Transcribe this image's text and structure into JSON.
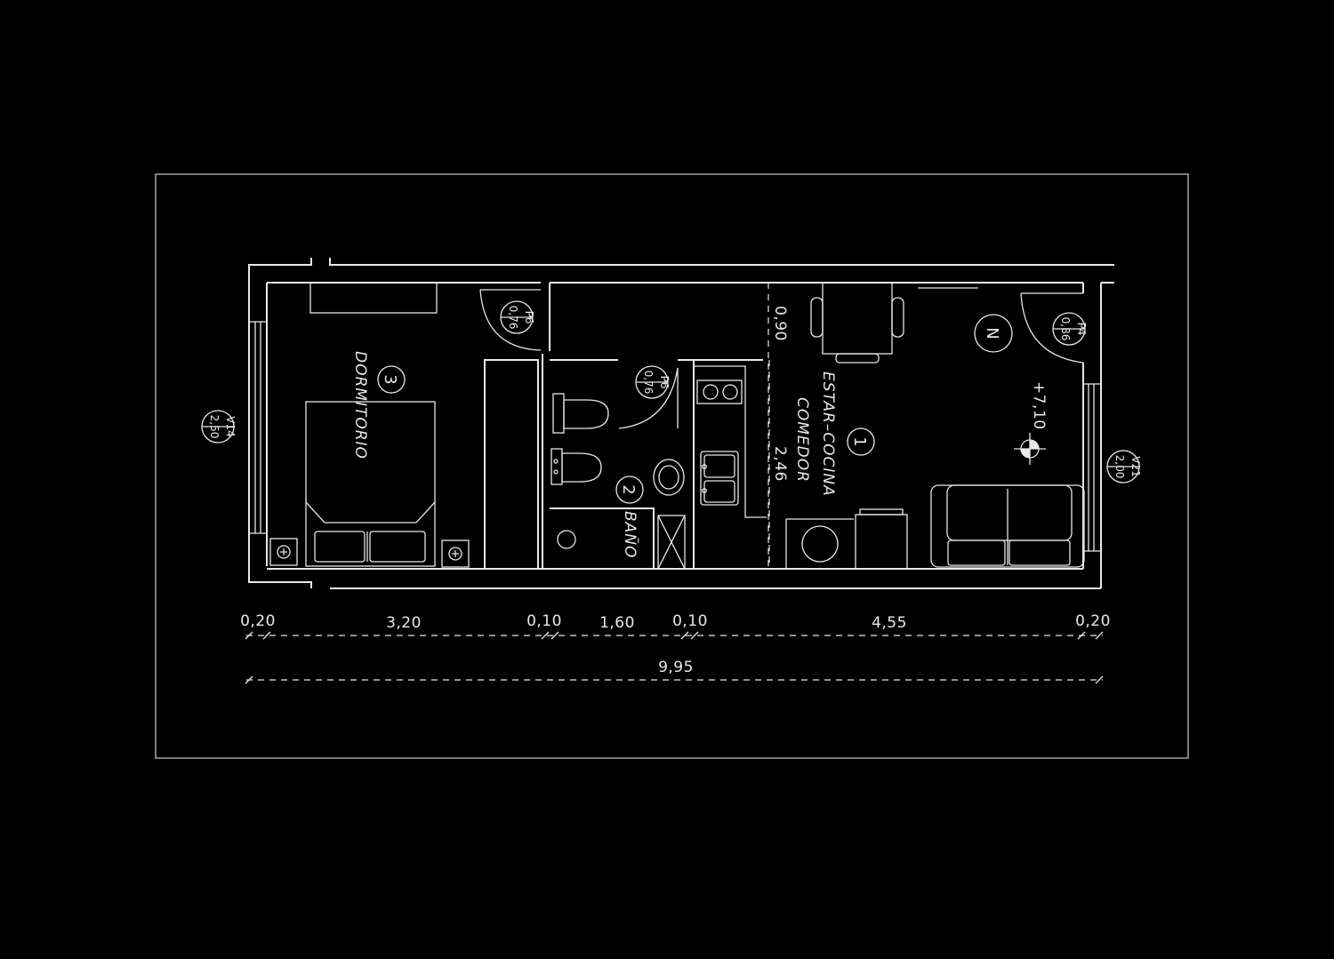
{
  "plan": {
    "rooms": [
      {
        "number": "1",
        "name": "ESTAR–COCINA",
        "name2": "COMEDOR"
      },
      {
        "number": "2",
        "name": "BAÑO"
      },
      {
        "number": "3",
        "name": "DORMITORIO"
      }
    ],
    "openings": [
      {
        "code": "V14",
        "size": "2,50"
      },
      {
        "code": "P6",
        "size": "0,76"
      },
      {
        "code": "P6",
        "size": "0,76"
      },
      {
        "code": "P4",
        "size": "0,86"
      },
      {
        "code": "V21",
        "size": "2,00"
      }
    ],
    "level": "+7,10",
    "north": "N",
    "internal_dims": [
      "0,90",
      "2,46"
    ],
    "dimensions": [
      "0,20",
      "3,20",
      "0,10",
      "1,60",
      "0,10",
      "4,55",
      "0,20"
    ],
    "total": "9,95"
  }
}
